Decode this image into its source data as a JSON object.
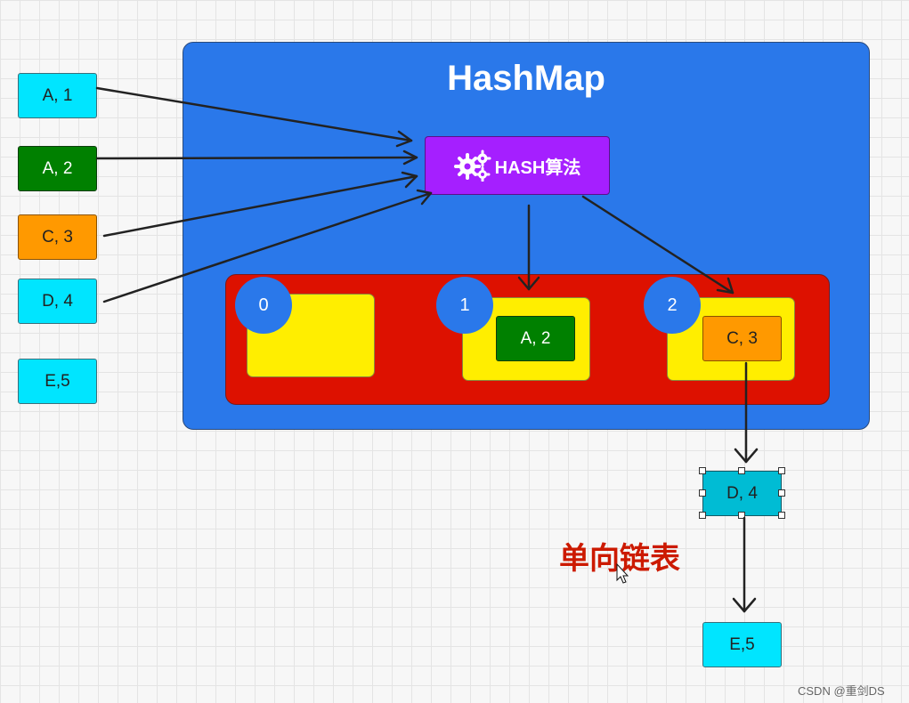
{
  "title": "HashMap",
  "hash_label": "HASH算法",
  "inputs": [
    "A, 1",
    "A, 2",
    "C, 3",
    "D, 4",
    "E,5"
  ],
  "buckets": [
    {
      "index": "0",
      "entry": ""
    },
    {
      "index": "1",
      "entry": "A, 2"
    },
    {
      "index": "2",
      "entry": "C, 3"
    }
  ],
  "chain": [
    "D, 4",
    "E,5"
  ],
  "linked_list_label": "单向链表",
  "watermark": "CSDN @重剑DS",
  "colors": {
    "cyan": "#00e5ff",
    "green": "#008000",
    "orange": "#ff9900",
    "teal": "#00bcd4",
    "purple": "#a51fff",
    "blue": "#2a78ea",
    "red": "#dd1100",
    "yellow": "#ffee00"
  }
}
